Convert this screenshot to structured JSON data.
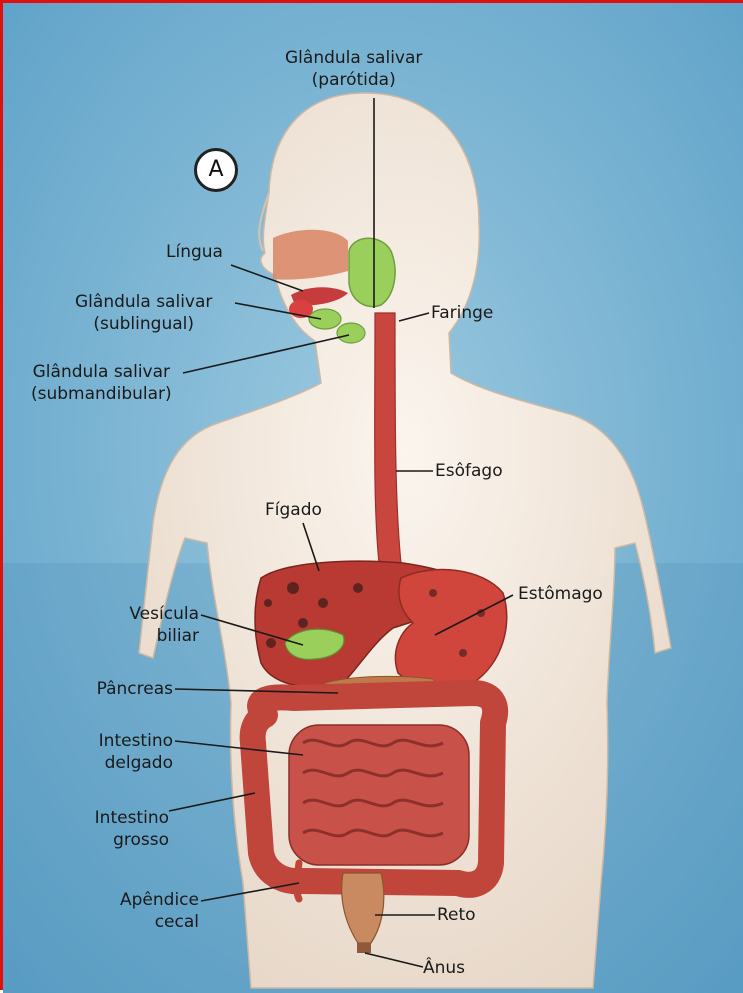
{
  "figure": {
    "panel_letter": "A",
    "colors": {
      "background": "#6fb0d2",
      "skin": "#f3e8dd",
      "frame_border": "#e01010",
      "organ_red": "#c9463f",
      "liver": "#b83a32",
      "gland_green": "#9bcf5b",
      "tongue": "#d98a6a"
    },
    "labels": {
      "parotid": {
        "line1": "Glândula salivar",
        "line2": "(parótida)"
      },
      "tongue": {
        "line1": "Língua"
      },
      "sublingual": {
        "line1": "Glândula salivar",
        "line2": "(sublingual)"
      },
      "submandibular": {
        "line1": "Glândula salivar",
        "line2": "(submandibular)"
      },
      "pharynx": {
        "line1": "Faringe"
      },
      "esophagus": {
        "line1": "Esôfago"
      },
      "liver": {
        "line1": "Fígado"
      },
      "stomach": {
        "line1": "Estômago"
      },
      "gallbladder": {
        "line1": "Vesícula",
        "line2": "biliar"
      },
      "pancreas": {
        "line1": "Pâncreas"
      },
      "small_intestine": {
        "line1": "Intestino",
        "line2": "delgado"
      },
      "large_intestine": {
        "line1": "Intestino",
        "line2": "grosso"
      },
      "appendix": {
        "line1": "Apêndice",
        "line2": "cecal"
      },
      "rectum": {
        "line1": "Reto"
      },
      "anus": {
        "line1": "Ânus"
      }
    }
  }
}
